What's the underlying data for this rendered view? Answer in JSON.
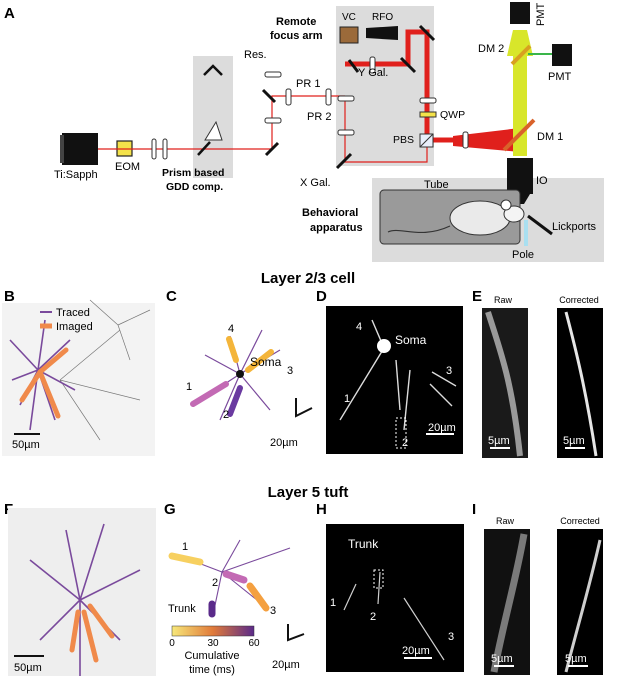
{
  "panelA": {
    "letter": "A",
    "labels": {
      "laser": "Ti:Sapph",
      "eom": "EOM",
      "gdd_line1": "Prism based",
      "gdd_line2": "GDD comp.",
      "res": "Res.",
      "pr1": "PR 1",
      "pr2": "PR 2",
      "ygal": "Y Gal.",
      "xgal": "X Gal.",
      "remote_line1": "Remote",
      "remote_line2": "focus arm",
      "vc": "VC",
      "rfo": "RFO",
      "qwp": "QWP",
      "pbs": "PBS",
      "dm1": "DM 1",
      "dm2": "DM 2",
      "pmt_top": "PMT",
      "pmt_side": "PMT",
      "io": "IO",
      "tube": "Tube",
      "behav_line1": "Behavioral",
      "behav_line2": "apparatus",
      "pole": "Pole",
      "lickports": "Lickports"
    },
    "colors": {
      "beam": "#e0201c",
      "emission": "#d8e62a",
      "shade": "#dcdcdc"
    }
  },
  "layer23": {
    "title": "Layer 2/3 cell",
    "B": {
      "letter": "B",
      "legend_traced": "Traced",
      "legend_imaged": "Imaged",
      "scale": "50µm"
    },
    "C": {
      "letter": "C",
      "soma": "Soma",
      "branches": [
        "1",
        "2",
        "3",
        "4"
      ],
      "scale": "20µm"
    },
    "D": {
      "letter": "D",
      "soma": "Soma",
      "branches": [
        "1",
        "2",
        "3",
        "4"
      ],
      "scale": "20µm"
    },
    "E": {
      "letter": "E",
      "raw": "Raw",
      "corrected": "Corrected",
      "scale_raw": "5µm",
      "scale_corrected": "5µm"
    }
  },
  "layer5": {
    "title": "Layer 5 tuft",
    "F": {
      "letter": "F",
      "scale": "50µm"
    },
    "G": {
      "letter": "G",
      "branches": [
        "1",
        "2",
        "3"
      ],
      "trunk": "Trunk",
      "colorbar_ticks": [
        "0",
        "30",
        "60"
      ],
      "colorbar_label_line1": "Cumulative",
      "colorbar_label_line2": "time (ms)",
      "scale": "20µm"
    },
    "H": {
      "letter": "H",
      "trunk": "Trunk",
      "branches": [
        "1",
        "2",
        "3"
      ],
      "scale": "20µm"
    },
    "I": {
      "letter": "I",
      "raw": "Raw",
      "corrected": "Corrected",
      "scale_raw": "5µm",
      "scale_corrected": "5µm"
    }
  },
  "colors": {
    "traced": "#7a4a9c",
    "imaged": "#f08a4b"
  }
}
